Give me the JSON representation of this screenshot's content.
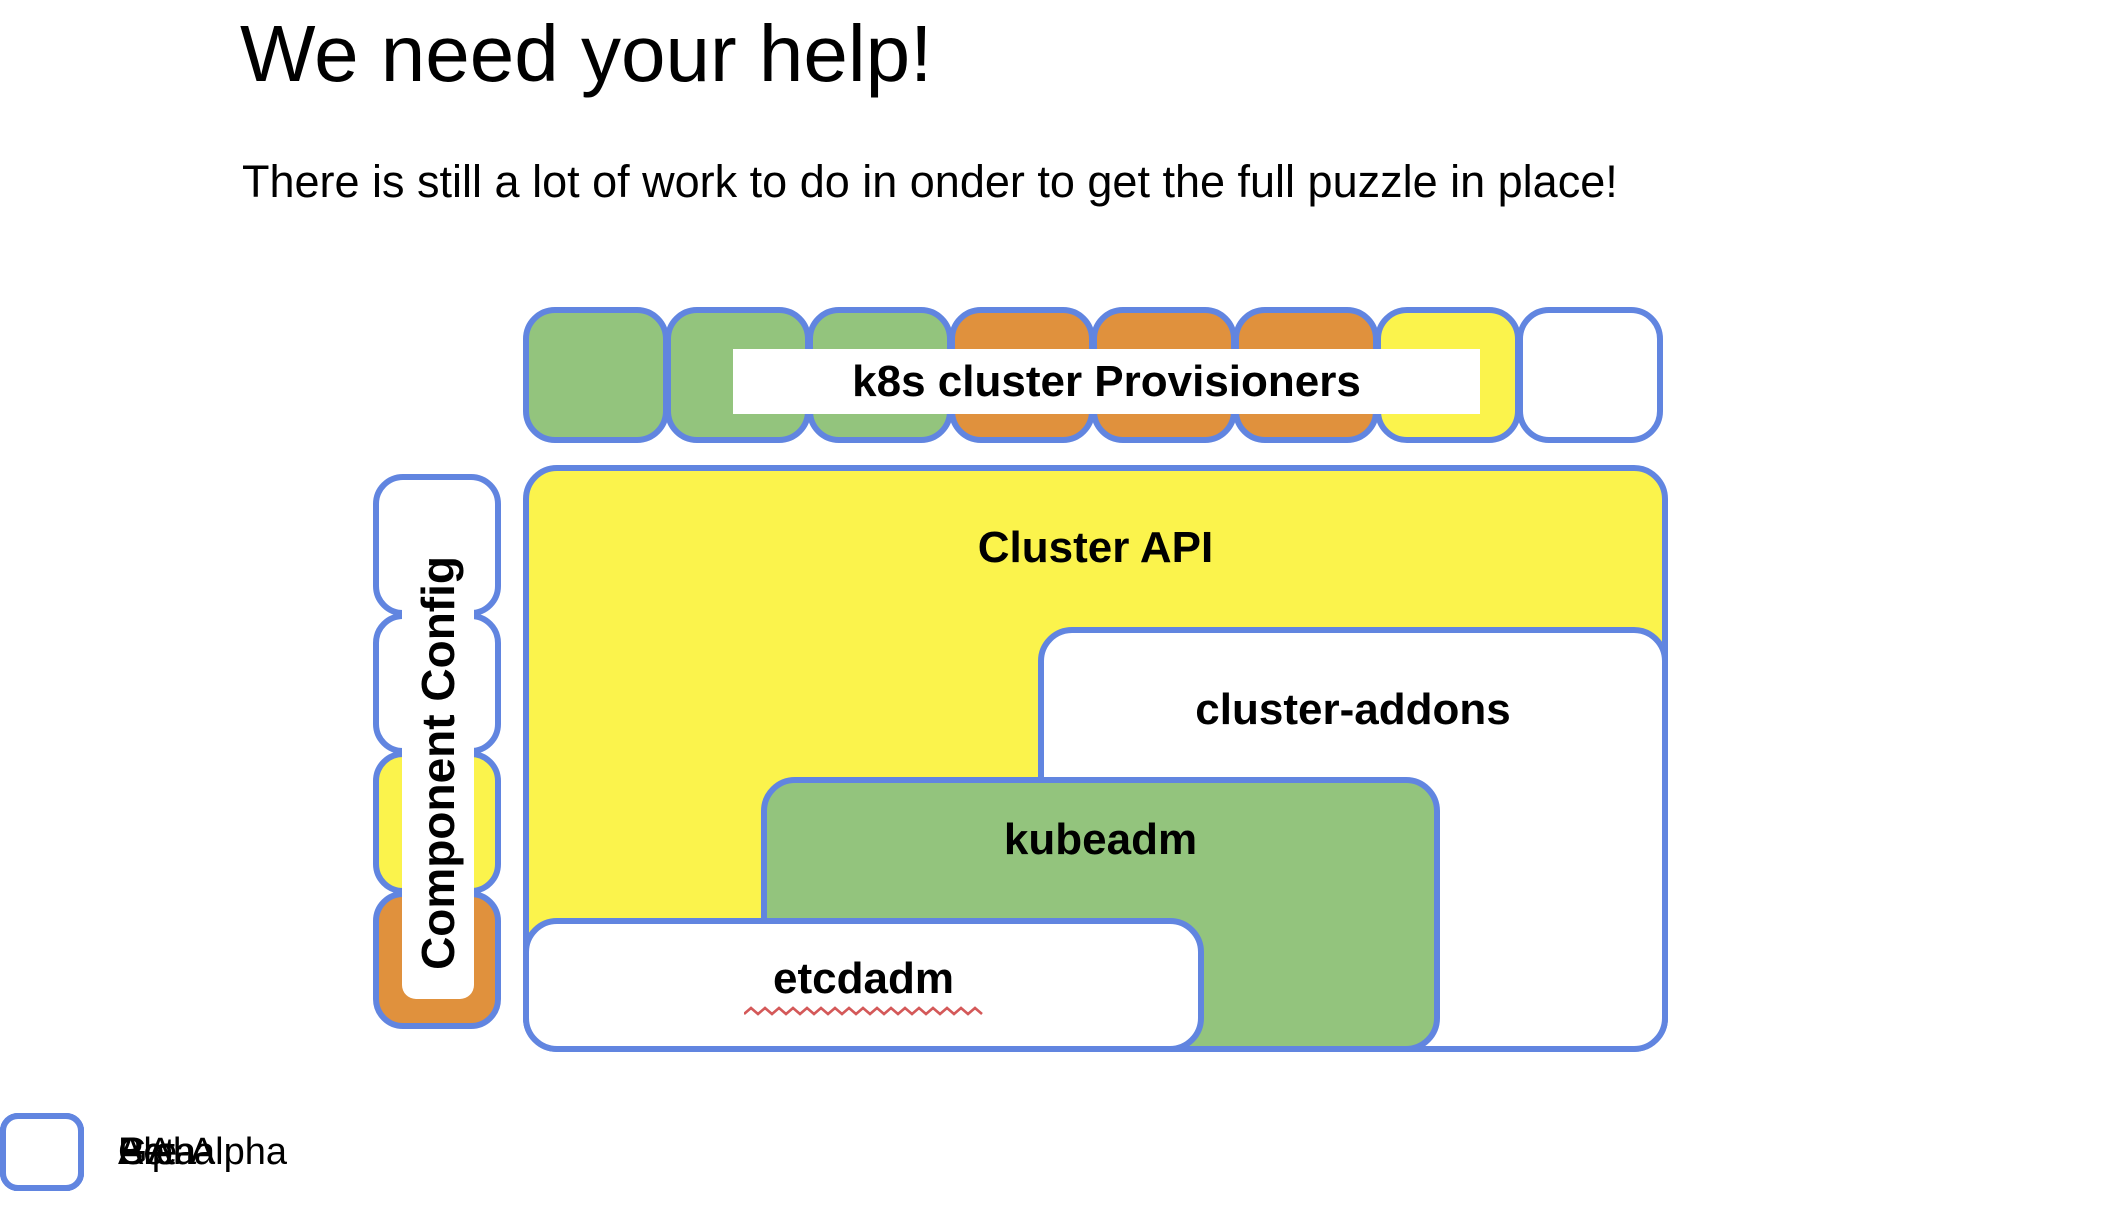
{
  "slide": {
    "title": "We need your help!",
    "subtitle": "There is still a lot of work to do in onder to get the full puzzle in place!"
  },
  "colors": {
    "border_blue": "#6185e0",
    "green": "#93c47d",
    "orange": "#e0913d",
    "yellow": "#fbf34c",
    "white": "#ffffff",
    "squiggle_red": "#d45959"
  },
  "provisioners": {
    "label": "k8s cluster Provisioners",
    "squares": [
      {
        "color": "#93c47d"
      },
      {
        "color": "#93c47d"
      },
      {
        "color": "#93c47d"
      },
      {
        "color": "#e0913d"
      },
      {
        "color": "#e0913d"
      },
      {
        "color": "#e0913d"
      },
      {
        "color": "#fbf34c"
      },
      {
        "color": "#ffffff"
      }
    ]
  },
  "component_config": {
    "label": "Component Config",
    "boxes": [
      {
        "color": "#ffffff"
      },
      {
        "color": "#ffffff"
      },
      {
        "color": "#fbf34c"
      },
      {
        "color": "#e0913d"
      }
    ]
  },
  "main_boxes": {
    "cluster_api": {
      "label": "Cluster API",
      "color": "#fbf34c"
    },
    "cluster_addons": {
      "label": "cluster-addons",
      "color": "#ffffff"
    },
    "kubeadm": {
      "label": "kubeadm",
      "color": "#93c47d"
    },
    "etcdadm": {
      "label": "etcdadm",
      "color": "#ffffff"
    }
  },
  "legend": {
    "items": [
      {
        "label": "GA",
        "color": "#93c47d"
      },
      {
        "label": "Beta",
        "color": "#e0913d"
      },
      {
        "label": "Alpha",
        "color": "#fbf34c"
      },
      {
        "label": "Pre-Alpha",
        "color": "#ffffff"
      }
    ]
  }
}
